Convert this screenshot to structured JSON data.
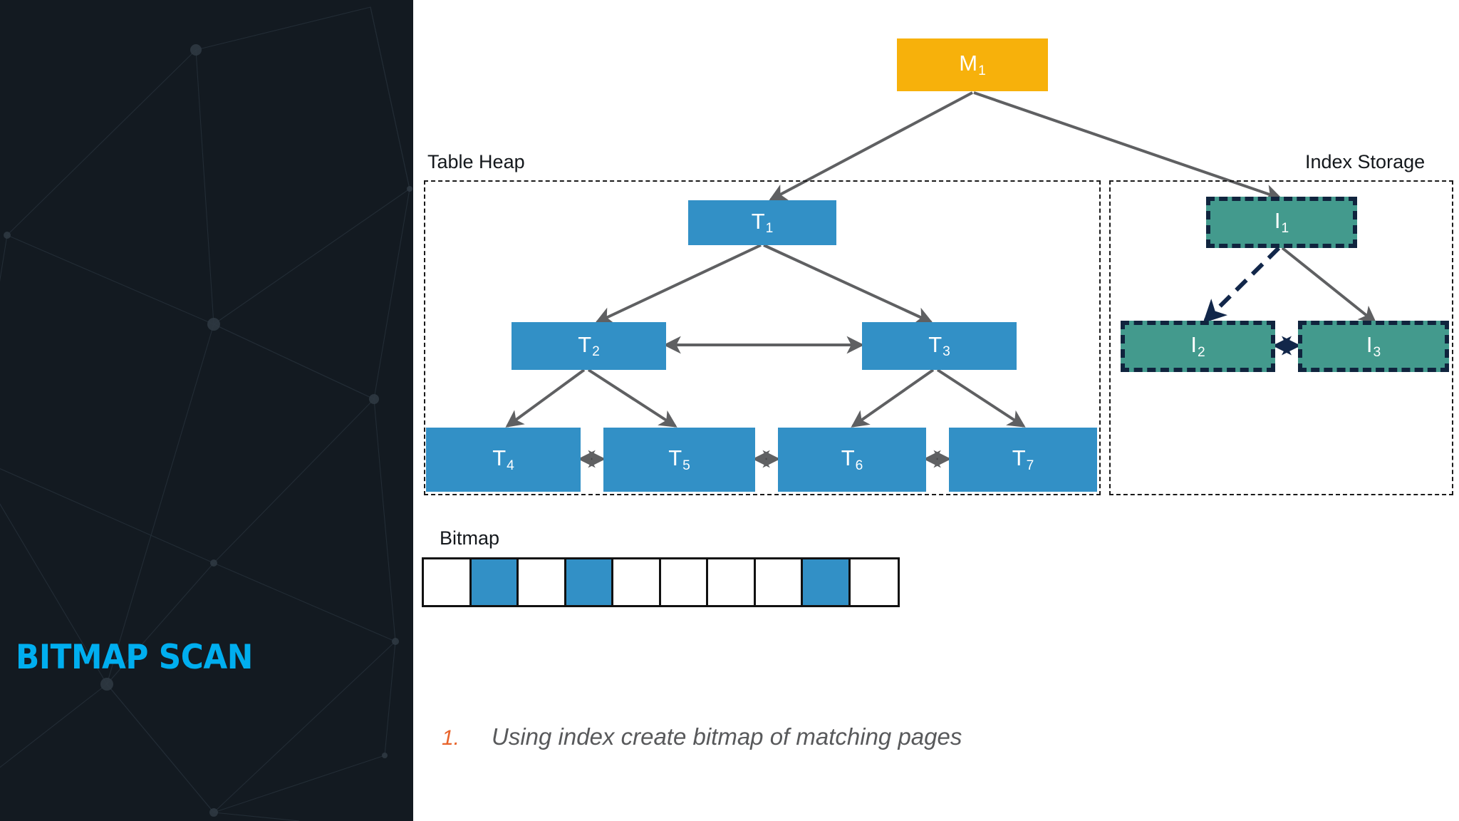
{
  "slide": {
    "title": "BITMAP SCAN",
    "title_color": "#00AEEF",
    "panel_color": "#131a21",
    "background": "#ffffff"
  },
  "groups": [
    {
      "name": "table-heap",
      "label": "Table Heap"
    },
    {
      "name": "index-storage",
      "label": "Index Storage"
    }
  ],
  "nodes": {
    "root": {
      "label": "M",
      "sub": "1",
      "color": "#F7B10B"
    },
    "t1": {
      "label": "T",
      "sub": "1",
      "color": "#3290C6"
    },
    "t2": {
      "label": "T",
      "sub": "2",
      "color": "#3290C6"
    },
    "t3": {
      "label": "T",
      "sub": "3",
      "color": "#3290C6"
    },
    "t4": {
      "label": "T",
      "sub": "4",
      "color": "#3290C6"
    },
    "t5": {
      "label": "T",
      "sub": "5",
      "color": "#3290C6"
    },
    "t6": {
      "label": "T",
      "sub": "6",
      "color": "#3290C6"
    },
    "t7": {
      "label": "T",
      "sub": "7",
      "color": "#3290C6"
    },
    "i1": {
      "label": "I",
      "sub": "1",
      "color": "#439A8D",
      "border": "#10243E"
    },
    "i2": {
      "label": "I",
      "sub": "2",
      "color": "#439A8D",
      "border": "#10243E"
    },
    "i3": {
      "label": "I",
      "sub": "3",
      "color": "#439A8D",
      "border": "#10243E"
    }
  },
  "bitmap": {
    "label": "Bitmap",
    "cell_count": 10,
    "cells": [
      0,
      1,
      0,
      1,
      0,
      0,
      0,
      0,
      1,
      0
    ],
    "on_color": "#3290C6",
    "off_color": "#ffffff"
  },
  "caption": {
    "number": "1.",
    "number_color": "#E8632A",
    "text": "Using index create bitmap of matching pages",
    "text_color": "#58595B"
  },
  "edges": {
    "arrow_color": "#5F6062",
    "highlight_color": "#12274A"
  }
}
